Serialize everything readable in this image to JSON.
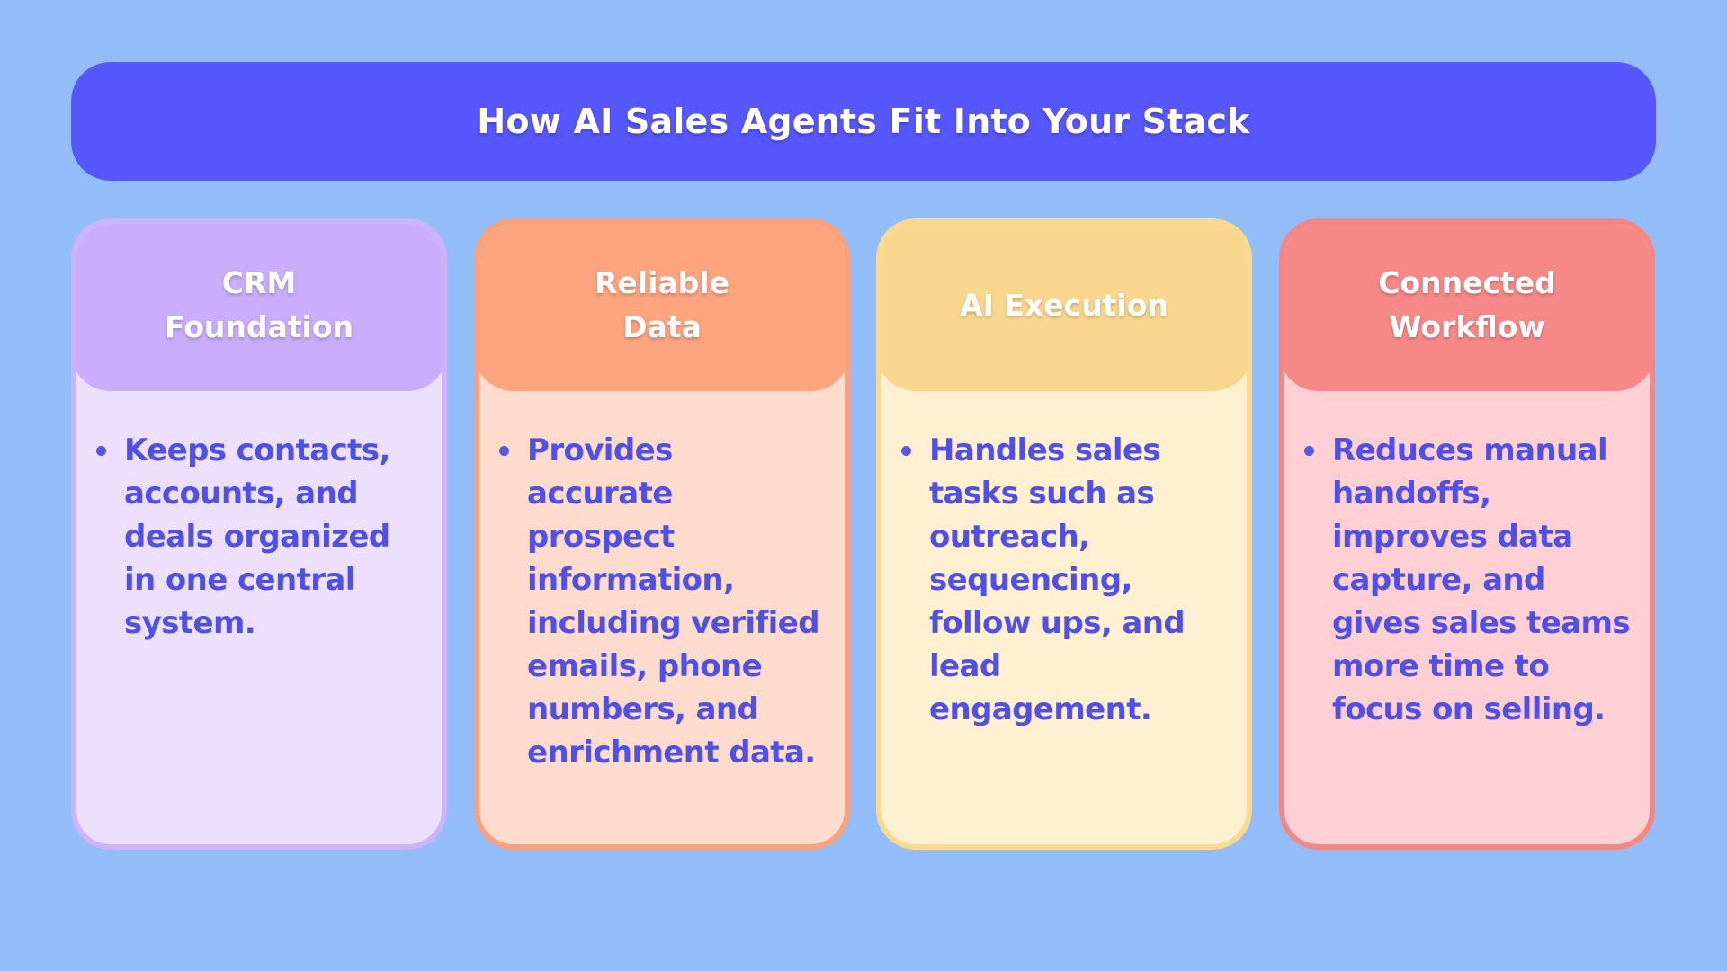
{
  "banner": {
    "title": "How AI Sales Agents Fit Into Your Stack",
    "color": "#5757fe"
  },
  "background_color": "#93bdf9",
  "cards": [
    {
      "title": "CRM Foundation",
      "text": "Keeps contacts, accounts, and deals organized in one central system.",
      "header_color": "#c9adfc",
      "body_color": "#ede0fe"
    },
    {
      "title": "Reliable Data",
      "text": "Provides accurate prospect information, including verified emails, phone numbers, and enrichment data.",
      "header_color": "#fea47e",
      "body_color": "#fedccd"
    },
    {
      "title": "AI Execution",
      "text": "Handles sales tasks such as outreach, sequencing, follow ups, and lead engagement.",
      "header_color": "#f8d68d",
      "body_color": "#fef0d0"
    },
    {
      "title": "Connected Workflow",
      "text": "Reduces manual handoffs, improves data capture, and gives sales teams more time to focus on selling.",
      "header_color": "#f78888",
      "body_color": "#fed0d4"
    }
  ],
  "text_color": "#5050e6"
}
